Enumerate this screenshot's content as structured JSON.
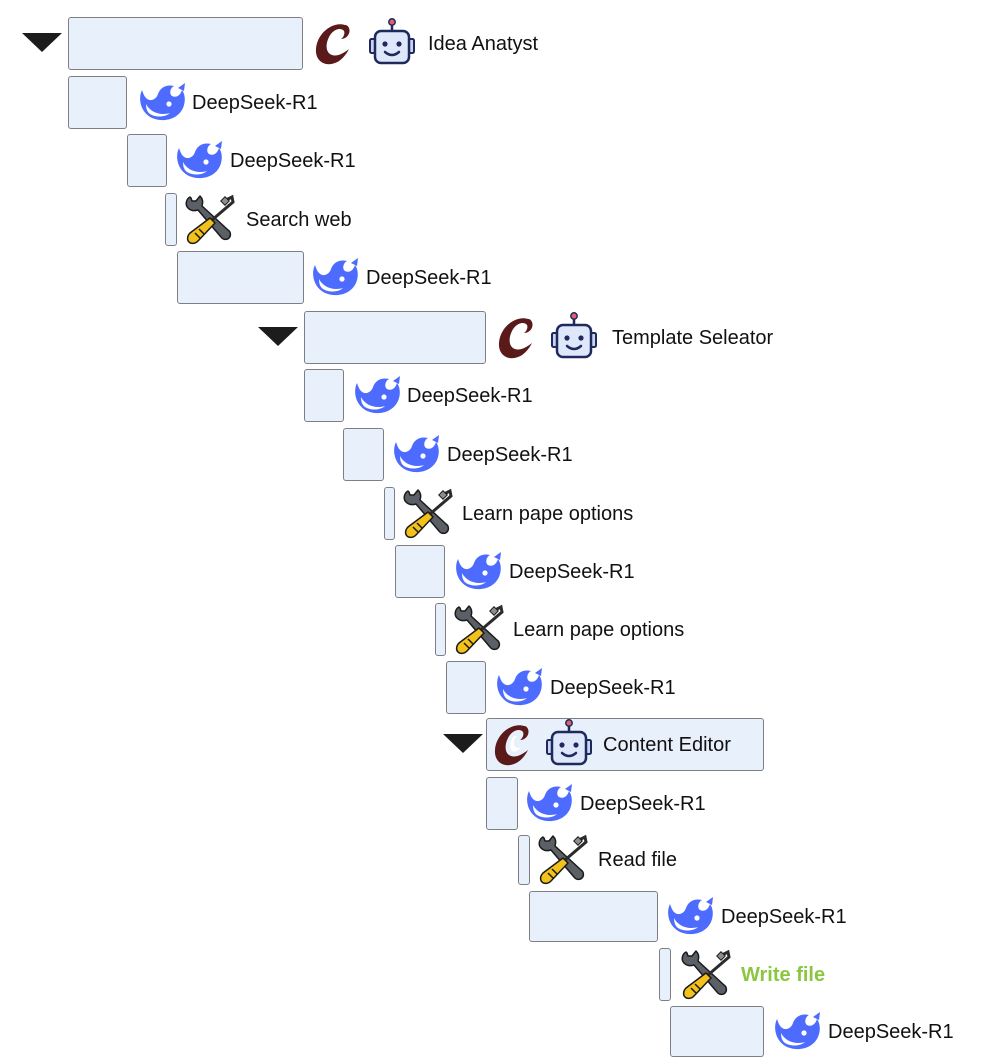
{
  "trace": {
    "rows": [
      {
        "kind": "agent",
        "label": "Idea Anatyst",
        "collapsed": false
      },
      {
        "kind": "llm",
        "label": "DeepSeek-R1"
      },
      {
        "kind": "llm",
        "label": "DeepSeek-R1"
      },
      {
        "kind": "tool",
        "label": "Search web"
      },
      {
        "kind": "llm",
        "label": "DeepSeek-R1"
      },
      {
        "kind": "agent",
        "label": "Template Seleator",
        "collapsed": false
      },
      {
        "kind": "llm",
        "label": "DeepSeek-R1"
      },
      {
        "kind": "llm",
        "label": "DeepSeek-R1"
      },
      {
        "kind": "tool",
        "label": "Learn pape options"
      },
      {
        "kind": "llm",
        "label": "DeepSeek-R1"
      },
      {
        "kind": "tool",
        "label": "Learn pape options"
      },
      {
        "kind": "llm",
        "label": "DeepSeek-R1"
      },
      {
        "kind": "agent",
        "label": "Content Editor",
        "collapsed": false
      },
      {
        "kind": "llm",
        "label": "DeepSeek-R1"
      },
      {
        "kind": "tool",
        "label": "Read file"
      },
      {
        "kind": "llm",
        "label": "DeepSeek-R1"
      },
      {
        "kind": "tool",
        "label": "Write file",
        "highlight": true
      },
      {
        "kind": "llm",
        "label": "DeepSeek-R1"
      }
    ]
  },
  "colors": {
    "bar_fill": "#e8f0fc",
    "bar_border": "#7d7f84",
    "deepseek_blue": "#4d6bfe",
    "crewai_maroon": "#5a1a1a",
    "robot_navy": "#1f2a5c",
    "highlight_green": "#8cc63f",
    "text": "#111111"
  },
  "icons": {
    "agent": [
      "crewai-logo-icon",
      "robot-icon"
    ],
    "llm": [
      "deepseek-whale-icon"
    ],
    "tool": [
      "wrench-screwdriver-icon"
    ],
    "expander": "triangle-down-icon"
  }
}
